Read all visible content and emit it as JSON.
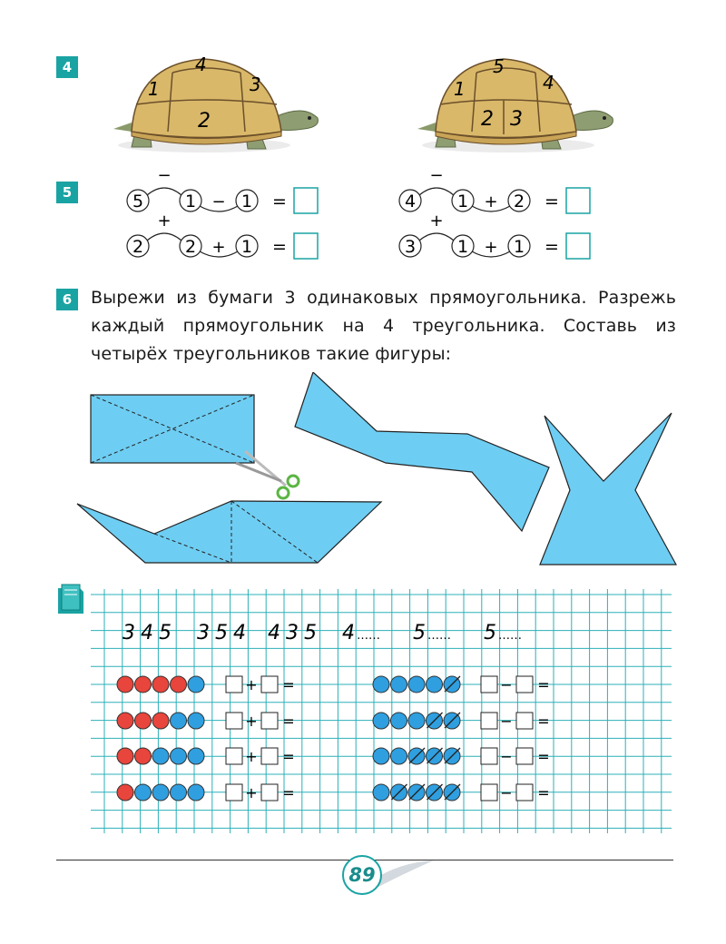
{
  "tasks": {
    "t4": {
      "number": "4",
      "turtle1": [
        "4",
        "1",
        "3",
        "2"
      ],
      "turtle2": [
        "5",
        "1",
        "4",
        "2",
        "3"
      ]
    },
    "t5": {
      "number": "5",
      "expressions": [
        {
          "a": "5",
          "op1": "−",
          "b": "1",
          "op2": "−",
          "c": "1",
          "eq": "="
        },
        {
          "a": "2",
          "op1": "+",
          "b": "2",
          "op2": "+",
          "c": "1",
          "eq": "="
        },
        {
          "a": "4",
          "op1": "−",
          "b": "1",
          "op2": "+",
          "c": "2",
          "eq": "="
        },
        {
          "a": "3",
          "op1": "+",
          "b": "1",
          "op2": "+",
          "c": "1",
          "eq": "="
        }
      ]
    },
    "t6": {
      "number": "6",
      "text": "Вырежи из бумаги 3 одинаковых прямоугольника. Разрежь каждый прямоугольник на 4 треугольника. Составь из четырёх треугольников такие фигуры:"
    }
  },
  "notebook": {
    "sequence": [
      "345",
      "354",
      "435",
      "4",
      "5",
      "5"
    ],
    "dots": "……",
    "plus": "+",
    "minus": "−",
    "eq": "=",
    "left_rows": [
      {
        "red": 4,
        "blue": 1
      },
      {
        "red": 3,
        "blue": 2
      },
      {
        "red": 2,
        "blue": 3
      },
      {
        "red": 1,
        "blue": 4
      }
    ],
    "right_rows": [
      {
        "blue": 5,
        "crossed": 1
      },
      {
        "blue": 5,
        "crossed": 2
      },
      {
        "blue": 5,
        "crossed": 3
      },
      {
        "blue": 5,
        "crossed": 4
      }
    ]
  },
  "page_number": "89",
  "colors": {
    "teal": "#1aa3a3",
    "shape": "#6ecdf2",
    "red": "#e8453c",
    "blue": "#2f9fe0",
    "grid": "#2bb0b8"
  }
}
